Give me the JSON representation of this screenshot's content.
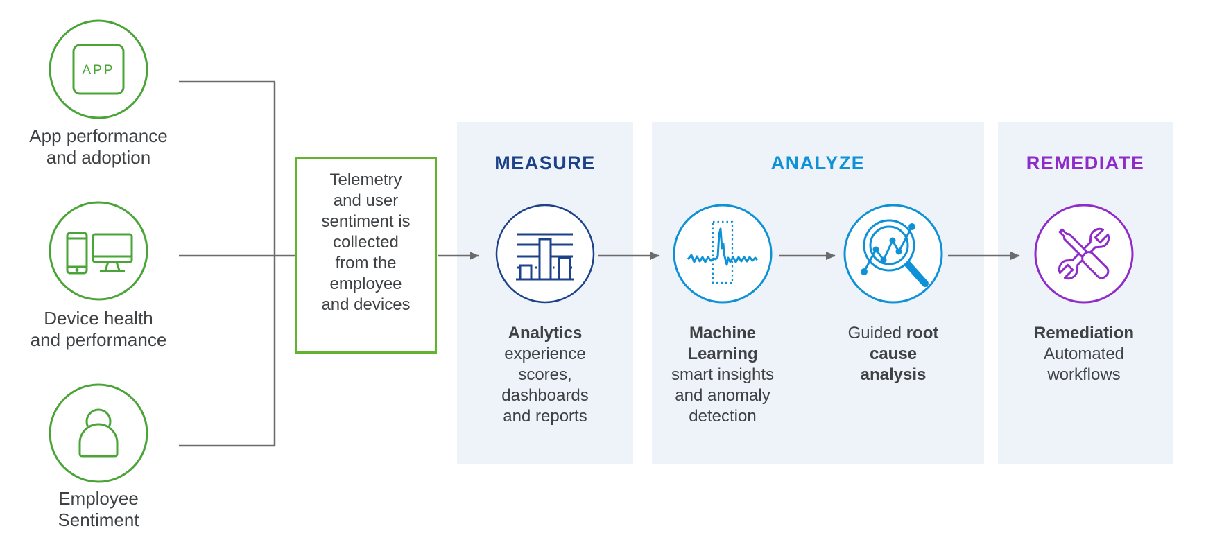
{
  "diagram": {
    "description_colors": {
      "source_green": "#4AA437",
      "box_border_green": "#62B32E",
      "connector_gray": "#6B6B6B",
      "measure_navy": "#1D428A",
      "analyze_blue": "#0E91D6",
      "remediate_purple": "#8F2BC8",
      "panel_background": "#EDF3F8",
      "body_text": "#3F4245"
    }
  },
  "sources": [
    {
      "icon": "app-badge-icon",
      "icon_label": "APP",
      "label": "App performance\nand adoption"
    },
    {
      "icon": "devices-icon",
      "label": "Device health\nand performance"
    },
    {
      "icon": "employee-icon",
      "label": "Employee\nSentiment"
    }
  ],
  "collector": {
    "text": "Telemetry\nand user\nsentiment is\ncollected\nfrom the\nemployee\nand devices"
  },
  "stages": [
    {
      "title": "MEASURE",
      "color": "#1D428A"
    },
    {
      "title": "ANALYZE",
      "color": "#0E91D6"
    },
    {
      "title": "REMEDIATE",
      "color": "#8F2BC8"
    }
  ],
  "steps": {
    "analytics": {
      "icon": "dashboard-bars-icon",
      "heading": "Analytics",
      "body": "experience\nscores,\ndashboards\nand reports"
    },
    "machine_learning": {
      "icon": "anomaly-waveform-icon",
      "heading": "Machine\nLearning",
      "body": "smart insights\nand anomaly\ndetection"
    },
    "root_cause": {
      "icon": "root-cause-magnifier-icon",
      "lead": "Guided ",
      "bold_first": "root",
      "bold_rest": "cause\nanalysis"
    },
    "remediation": {
      "icon": "remediation-tools-icon",
      "heading": "Remediation",
      "body": "Automated\nworkflows"
    }
  }
}
